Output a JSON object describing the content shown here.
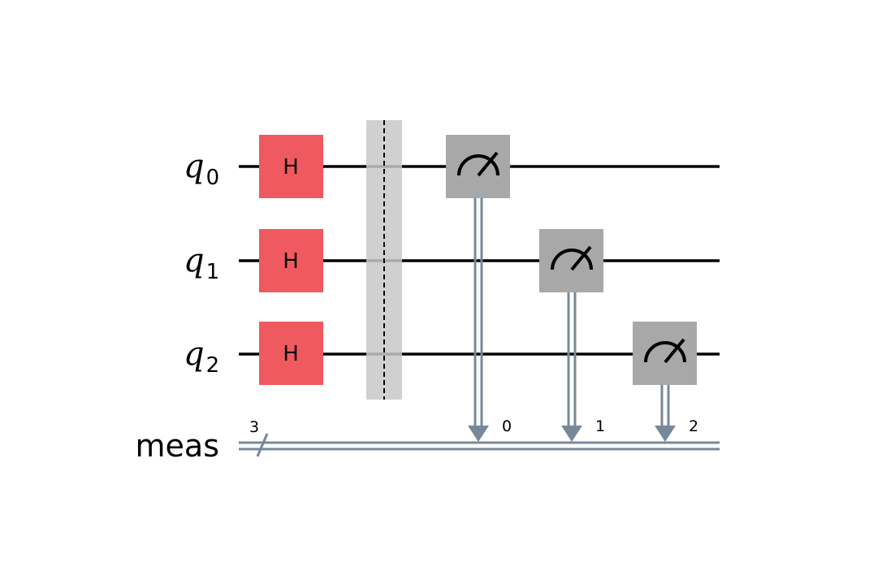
{
  "circuit": {
    "qubits": [
      {
        "name": "q",
        "index": "0"
      },
      {
        "name": "q",
        "index": "1"
      },
      {
        "name": "q",
        "index": "2"
      }
    ],
    "classical_register": {
      "label": "meas",
      "size": "3"
    },
    "gates": [
      {
        "type": "H",
        "label": "H",
        "qubit": 0
      },
      {
        "type": "H",
        "label": "H",
        "qubit": 1
      },
      {
        "type": "H",
        "label": "H",
        "qubit": 2
      }
    ],
    "barrier": {
      "qubits": [
        0,
        1,
        2
      ]
    },
    "measurements": [
      {
        "qubit": 0,
        "clbit": "0"
      },
      {
        "qubit": 1,
        "clbit": "1"
      },
      {
        "qubit": 2,
        "clbit": "2"
      }
    ],
    "colors": {
      "h_gate": "#EE5A5F",
      "measure_gate": "#A8A8A8",
      "barrier": "#C8C8C8",
      "classical_wire": "#778899",
      "quantum_wire": "#000000"
    }
  }
}
